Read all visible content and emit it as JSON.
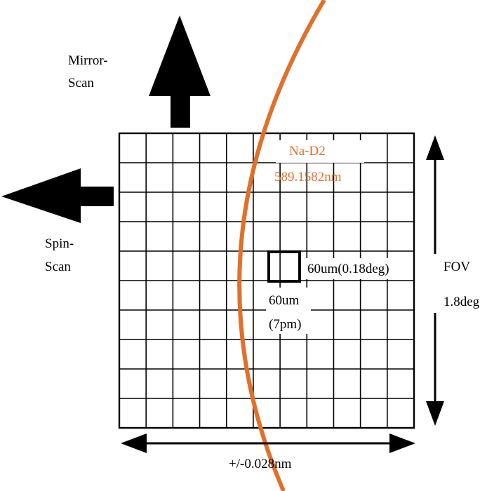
{
  "labels": {
    "mirror_scan_line1": "Mirror-",
    "mirror_scan_line2": "Scan",
    "spin_scan_line1": "Spin-",
    "spin_scan_line2": "Scan",
    "line_name": "Na-D2",
    "line_wavelength": "589.1582nm",
    "pixel_size": "60um(0.18deg)",
    "pixel_width": "60um",
    "pixel_spectral": "(7pm)",
    "fov_title": "FOV",
    "fov_value": "1.8deg",
    "bandwidth": "+/-0.028nm"
  },
  "grid": {
    "columns": 11,
    "rows": 10
  },
  "colors": {
    "line": "#000000",
    "accent": "#e0702a"
  }
}
